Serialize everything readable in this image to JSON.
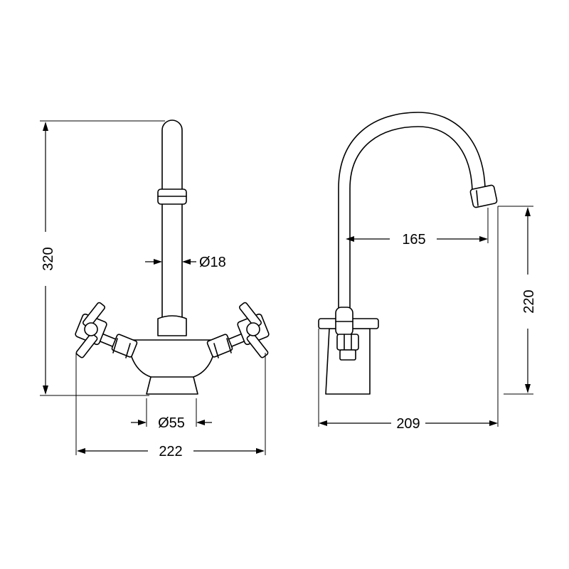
{
  "dimensions": {
    "height": "320",
    "stem_diameter": "Ø18",
    "base_diameter": "Ø55",
    "width": "222",
    "spout_reach": "165",
    "spout_height": "220",
    "depth": "209"
  }
}
